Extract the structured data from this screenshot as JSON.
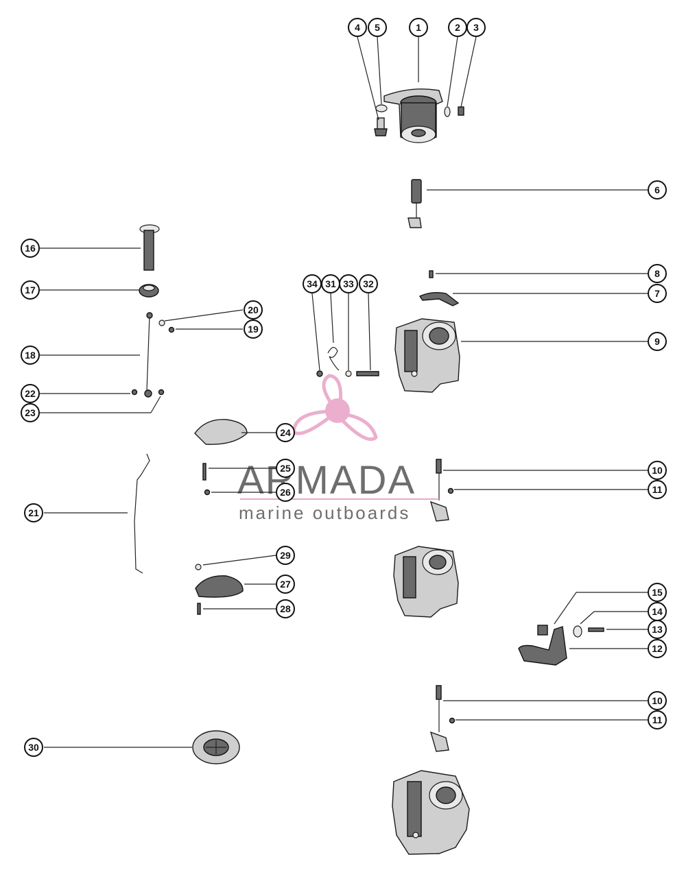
{
  "watermark": {
    "brand": "ARMADA",
    "tagline": "marine outboards",
    "color": "#e9a7c8"
  },
  "callouts": {
    "c1": "1",
    "c2": "2",
    "c3": "3",
    "c4": "4",
    "c5": "5",
    "c6": "6",
    "c7": "7",
    "c8": "8",
    "c9": "9",
    "c10a": "10",
    "c11a": "11",
    "c10b": "10",
    "c11b": "11",
    "c12": "12",
    "c13": "13",
    "c14": "14",
    "c15": "15",
    "c16": "16",
    "c17": "17",
    "c18": "18",
    "c19": "19",
    "c20": "20",
    "c21": "21",
    "c22": "22",
    "c23": "23",
    "c24": "24",
    "c25": "25",
    "c26": "26",
    "c27": "27",
    "c28": "28",
    "c29": "29",
    "c30": "30",
    "c31": "31",
    "c32": "32",
    "c33": "33",
    "c34": "34"
  }
}
